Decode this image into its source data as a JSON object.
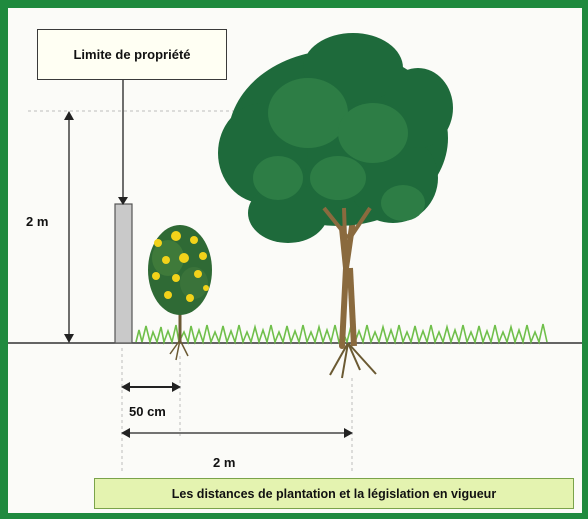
{
  "diagram": {
    "property_limit_label": "Limite de propriété",
    "height_label": "2 m",
    "shrub_distance_label": "50 cm",
    "tree_distance_label": "2 m",
    "caption": "Les distances de plantation et la législation en vigueur",
    "colors": {
      "frame": "#1f8a3e",
      "foliage_dark": "#1e6a3b",
      "foliage": "#2d7d45",
      "trunk": "#8a6a3e",
      "flowers": "#f2d21a",
      "grass": "#6fbf4a",
      "caption_bg": "#e4f3b0"
    }
  }
}
